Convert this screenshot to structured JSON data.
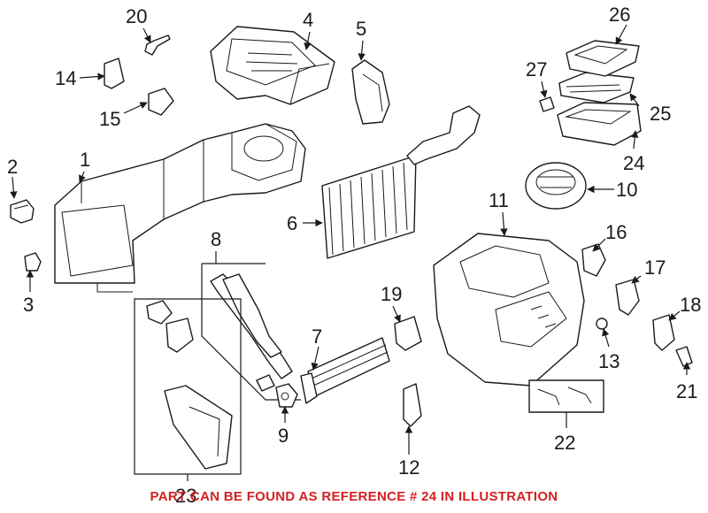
{
  "diagram": {
    "callouts": [
      "1",
      "2",
      "3",
      "4",
      "5",
      "6",
      "7",
      "8",
      "9",
      "10",
      "11",
      "12",
      "13",
      "14",
      "15",
      "16",
      "17",
      "18",
      "19",
      "20",
      "21",
      "22",
      "23",
      "24",
      "25",
      "26",
      "27"
    ],
    "notice": "PART CAN BE FOUND AS REFERENCE # 24 IN ILLUSTRATION",
    "notice_color": "#d42020",
    "line_color": "#1a1a1a"
  }
}
